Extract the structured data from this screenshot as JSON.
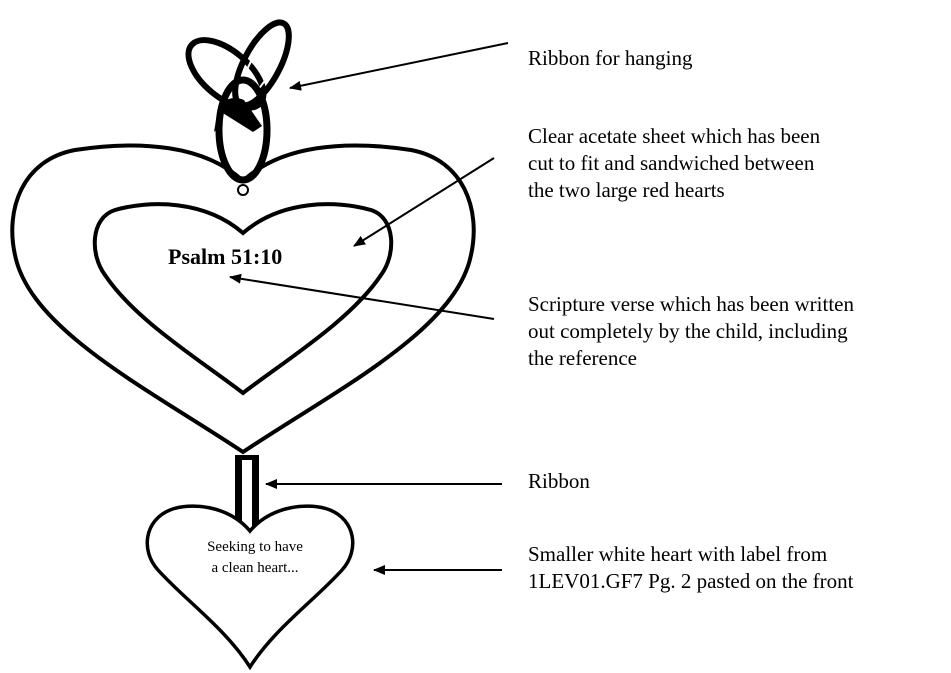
{
  "heart_text": {
    "verse_reference": "Psalm 51:10",
    "small_heart_label": [
      "Seeking to have",
      "a clean heart..."
    ]
  },
  "callouts": {
    "ribbon_hanging": [
      "Ribbon for hanging"
    ],
    "acetate": [
      "Clear acetate sheet which has been",
      "cut to fit and sandwiched between",
      "the two large red hearts"
    ],
    "scripture": [
      "Scripture verse which has been written",
      "out completely by the child, including",
      "the reference"
    ],
    "ribbon": [
      "Ribbon"
    ],
    "smaller_heart": [
      "Smaller white heart with label from",
      "1LEV01.GF7 Pg. 2 pasted on the front"
    ]
  }
}
